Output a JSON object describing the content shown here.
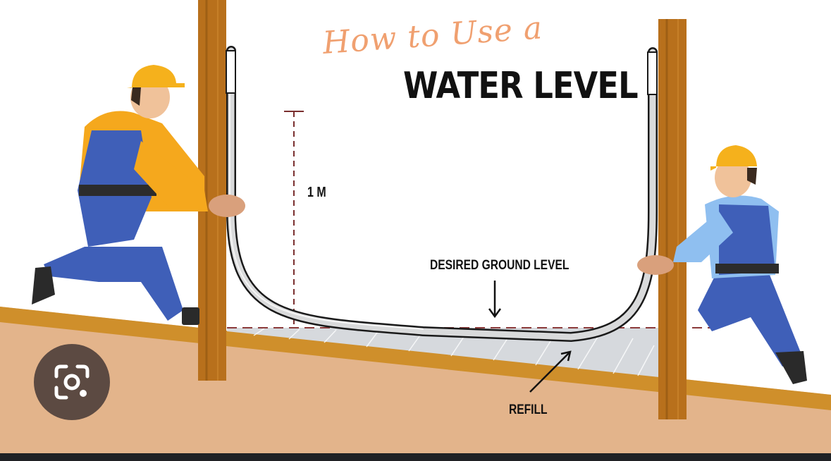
{
  "title": {
    "script_text": "How to Use a",
    "main_text": "WATER LEVEL"
  },
  "labels": {
    "height": "1 M",
    "desired_ground_level": "DESIRED GROUND LEVEL",
    "refill": "REFILL"
  },
  "overlay": {
    "lens_button_icon": "google-lens-icon"
  },
  "colors": {
    "ground": "#e3b48b",
    "ground_edge": "#cf8f2b",
    "post": "#b8701c",
    "hose": "#d9dadb",
    "helmet": "#f5b11c",
    "overalls": "#3f5fb8",
    "left_shirt": "#f5a81d",
    "right_shirt": "#8fbff0",
    "script_title": "#f0a070",
    "level_line": "#8b3a3a"
  }
}
